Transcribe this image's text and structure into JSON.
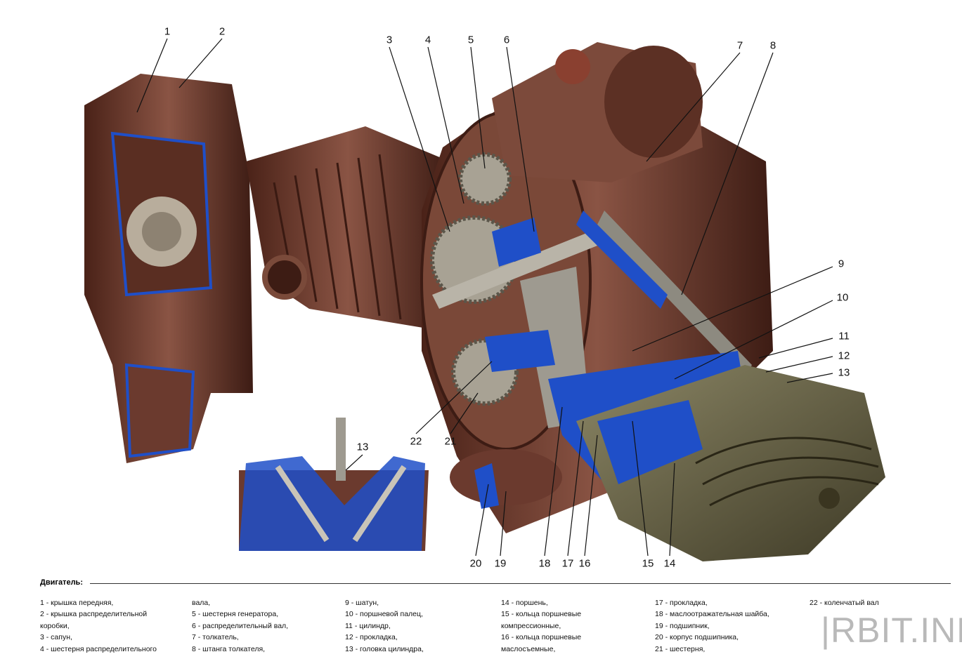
{
  "callouts": [
    {
      "n": "1"
    },
    {
      "n": "2"
    },
    {
      "n": "3"
    },
    {
      "n": "4"
    },
    {
      "n": "5"
    },
    {
      "n": "6"
    },
    {
      "n": "7"
    },
    {
      "n": "8"
    },
    {
      "n": "9"
    },
    {
      "n": "10"
    },
    {
      "n": "11"
    },
    {
      "n": "12"
    },
    {
      "n": "13"
    },
    {
      "n": "13"
    },
    {
      "n": "22"
    },
    {
      "n": "21"
    },
    {
      "n": "20"
    },
    {
      "n": "19"
    },
    {
      "n": "18"
    },
    {
      "n": "17"
    },
    {
      "n": "16"
    },
    {
      "n": "15"
    },
    {
      "n": "14"
    }
  ],
  "legend": {
    "title": "Двигатель:",
    "columns": [
      [
        "1 - крышка передняя,",
        "2 - крышка распределительной",
        "коробки,",
        "3 - сапун,",
        "4 - шестерня распределительного"
      ],
      [
        "вала,",
        "5 - шестерня генератора,",
        "6 - распределительный вал,",
        "7 - толкатель,",
        "8 - штанга толкателя,"
      ],
      [
        "9 - шатун,",
        "10 - поршневой палец,",
        "11 - цилиндр,",
        "12 - прокладка,",
        "13 - головка цилиндра,"
      ],
      [
        "14 - поршень,",
        "15 - кольца поршневые",
        "компрессионные,",
        "16 - кольца поршневые",
        "маслосъемные,"
      ],
      [
        "17 - прокладка,",
        "18 - маслоотражательная шайба,",
        "19 - подшипник,",
        "20 - корпус подшипника,",
        "21 - шестерня,"
      ],
      [
        "22 - коленчатый вал"
      ]
    ]
  },
  "watermark": "|RBIT.INFO",
  "colors": {
    "metal": "#6b3a2e",
    "section": "#1f4fc8",
    "head": "#6e6a4a"
  }
}
